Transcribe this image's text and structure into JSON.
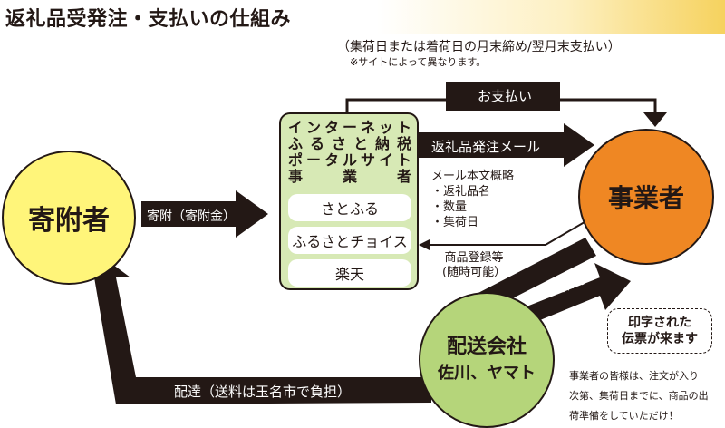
{
  "title": "返礼品受発注・支払いの仕組み",
  "header_notes": {
    "line1": "（集荷日または着荷日の月末締め/翌月末支払い）",
    "line2": "※サイトによって異なります。"
  },
  "nodes": {
    "donor": "寄附者",
    "business": "事業者",
    "shipping": {
      "name": "配送会社",
      "carriers": "佐川、ヤマト"
    }
  },
  "portal": {
    "lines": [
      "インターネット",
      "ふるさと納税",
      "ポータルサイト",
      "事　業　者"
    ],
    "sites": [
      "さとふる",
      "ふるさとチョイス",
      "楽天"
    ]
  },
  "arrows": {
    "payment": "お支払い",
    "order_mail": "返礼品発注メール",
    "donation": "寄附（寄附金）",
    "pickup": "集荷",
    "delivery": "配達（送料は玉名市で負担）"
  },
  "mail_summary": {
    "heading": "メール本文概略",
    "items": [
      "・返礼品名",
      "・数量",
      "・集荷日"
    ]
  },
  "registration": {
    "line1": "商品登録等",
    "line2": "(随時可能）"
  },
  "bubble": {
    "line1": "印字された",
    "line2": "伝票が来ます"
  },
  "closing_note": {
    "line1": "事業者の皆様は、注文が入り",
    "line2": "次第、集荷日までに、商品の出",
    "line3": "荷準備をしていただけ！"
  },
  "colors": {
    "donor_fill": "#fff57a",
    "business_fill": "#ef8723",
    "shipping_fill": "#b5d57a",
    "portal_fill": "#d7e9b5",
    "arrow_fill": "#231815",
    "title_band": "#f6d25e"
  }
}
